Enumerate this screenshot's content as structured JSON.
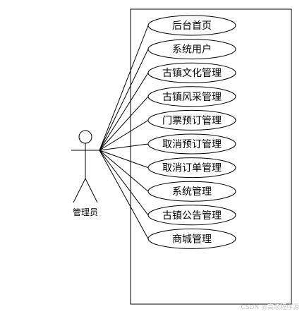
{
  "actor": {
    "label": "管理员"
  },
  "use_cases": [
    "后台首页",
    "系统用户",
    "古镇文化管理",
    "古镇风采管理",
    "门票预订管理",
    "取消预订管理",
    "取消订单管理",
    "系统管理",
    "古镇公告管理",
    "商城管理"
  ],
  "watermark": "CSDN @高级程序源"
}
